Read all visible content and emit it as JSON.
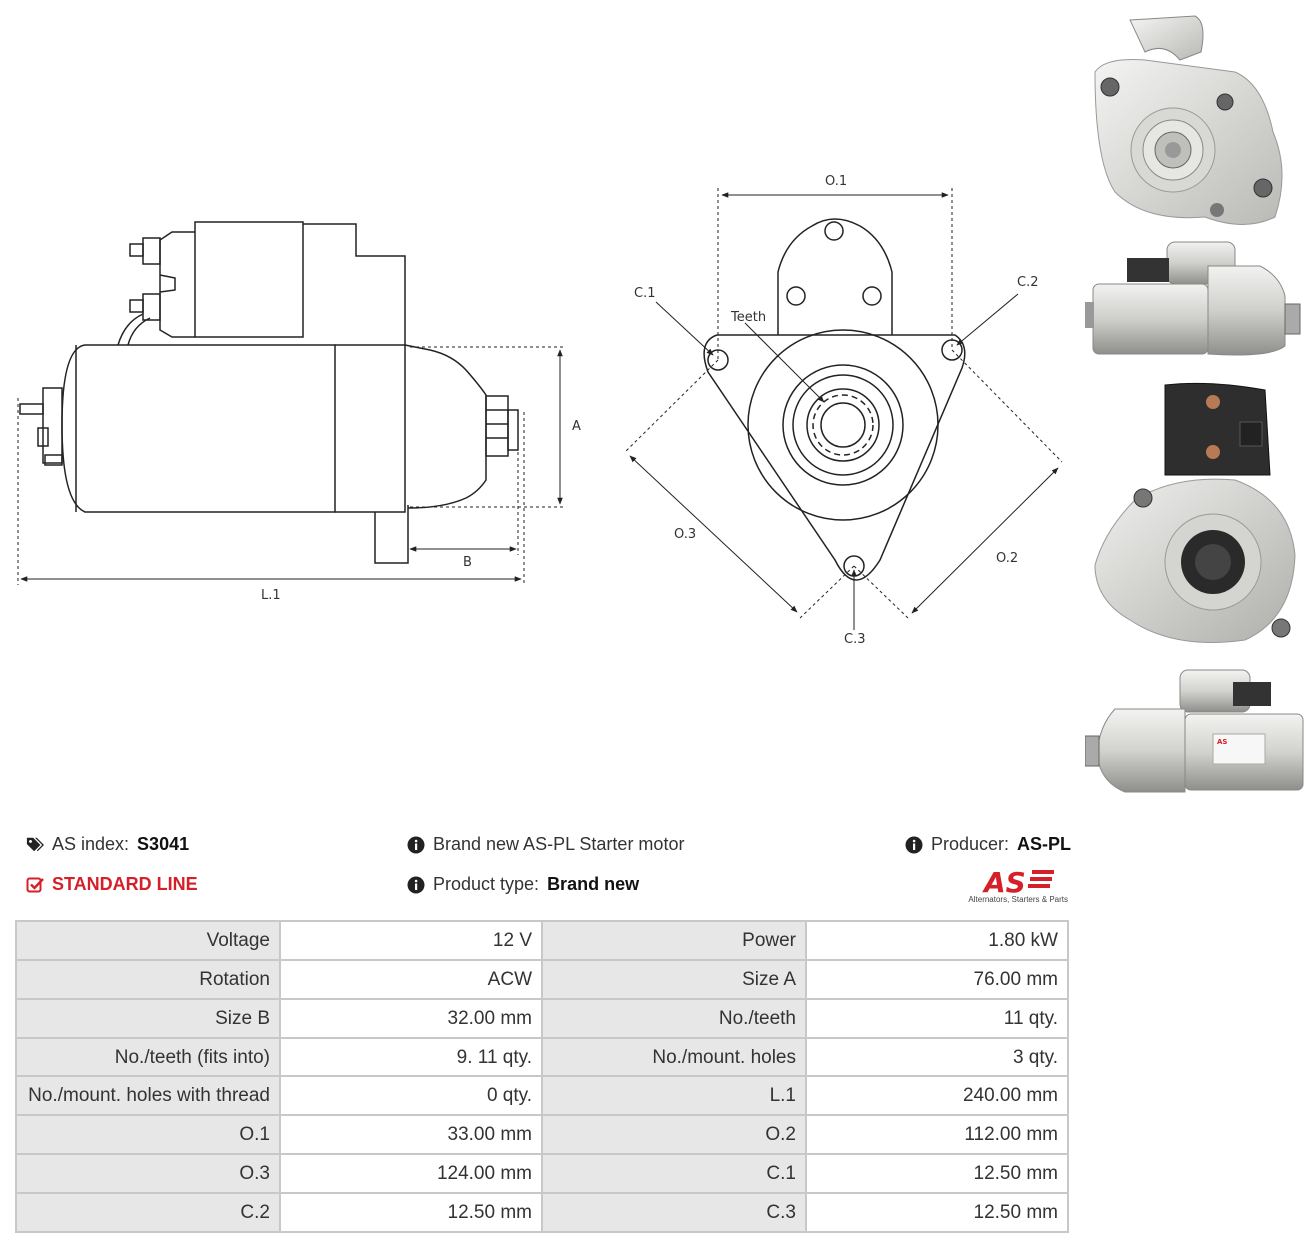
{
  "drawing": {
    "side_labels": {
      "A": "A",
      "B": "B",
      "L1": "L.1"
    },
    "front_labels": {
      "O1": "O.1",
      "O2": "O.2",
      "O3": "O.3",
      "C1": "C.1",
      "C2": "C.2",
      "C3": "C.3",
      "teeth": "Teeth"
    }
  },
  "photos": [
    "front-view-photo",
    "side-view-photo",
    "rear-view-photo",
    "side-view-photo-2"
  ],
  "info": {
    "as_index_label": "AS index:",
    "as_index_value": "S3041",
    "line": "STANDARD LINE",
    "description": "Brand new AS-PL Starter motor",
    "product_type_label": "Product type:",
    "product_type_value": "Brand new",
    "producer_label": "Producer:",
    "producer_value": "AS-PL",
    "logo_text": "AS",
    "logo_tagline": "Alternators, Starters & Parts"
  },
  "colors": {
    "accent_red": "#d5202a",
    "key_cell_bg": "#e7e7e7",
    "border": "#c8c8c8"
  },
  "specs": [
    {
      "k1": "Voltage",
      "v1": "12 V",
      "k2": "Power",
      "v2": "1.80 kW"
    },
    {
      "k1": "Rotation",
      "v1": "ACW",
      "k2": "Size A",
      "v2": "76.00 mm"
    },
    {
      "k1": "Size B",
      "v1": "32.00 mm",
      "k2": "No./teeth",
      "v2": "11 qty."
    },
    {
      "k1": "No./teeth (fits into)",
      "v1": "9. 11 qty.",
      "k2": "No./mount. holes",
      "v2": "3 qty."
    },
    {
      "k1": "No./mount. holes with thread",
      "v1": "0 qty.",
      "k2": "L.1",
      "v2": "240.00 mm"
    },
    {
      "k1": "O.1",
      "v1": "33.00 mm",
      "k2": "O.2",
      "v2": "112.00 mm"
    },
    {
      "k1": "O.3",
      "v1": "124.00 mm",
      "k2": "C.1",
      "v2": "12.50 mm"
    },
    {
      "k1": "C.2",
      "v1": "12.50 mm",
      "k2": "C.3",
      "v2": "12.50 mm"
    }
  ]
}
